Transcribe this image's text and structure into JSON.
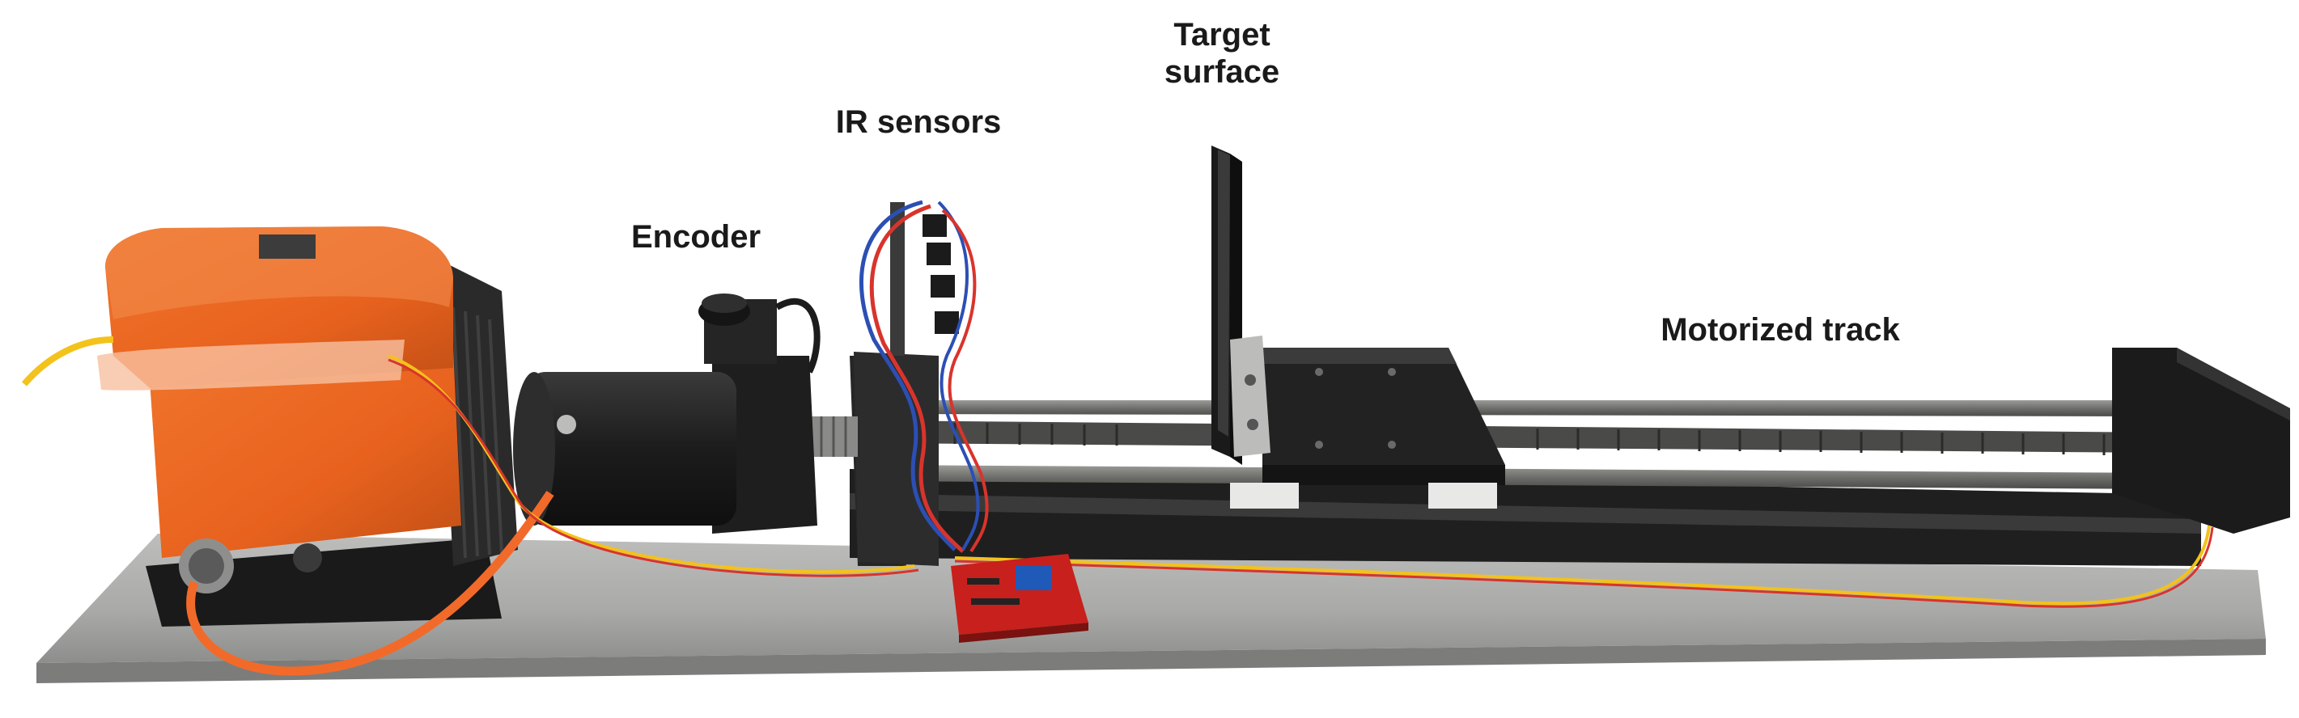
{
  "labels": {
    "target_line1": "Target",
    "target_line2": "surface",
    "ir_sensors": "IR sensors",
    "encoder": "Encoder",
    "motorized_track": "Motorized track"
  },
  "colors": {
    "background": "#ffffff",
    "base_plate": "#a9aaa8",
    "motor_housing": "#e8621e",
    "motor_black": "#1c1c1c",
    "track_rail": "#2a2a2a",
    "rod": "#7a7a78",
    "carriage": "#222222",
    "target_panel": "#2b2b2b",
    "board_red": "#c8201c",
    "cable_orange": "#f26a2a",
    "cable_yellow": "#f3c21b",
    "wire_blue": "#2c4fb4",
    "wire_red": "#d8342c"
  }
}
